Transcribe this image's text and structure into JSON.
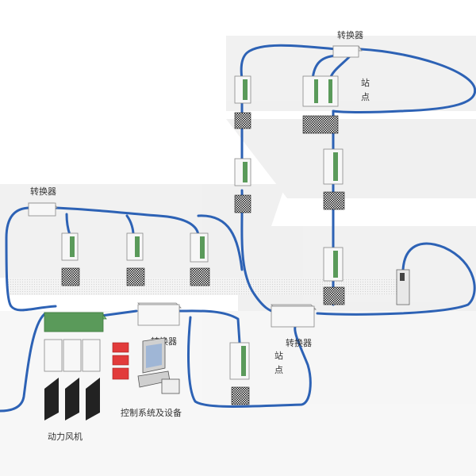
{
  "labels": {
    "converter": "转换器",
    "station_char1": "站",
    "station_char2": "点",
    "control_system": "控制系统及设备",
    "power_fan": "动力风机"
  },
  "colors": {
    "cable": "#2d62b5",
    "floor": "#ececec",
    "device_body": "#f7f7f7",
    "device_edge": "#888888",
    "panel_green": "#5a9a5a",
    "module_red": "#e23b3b",
    "terminal_black": "#222222"
  }
}
